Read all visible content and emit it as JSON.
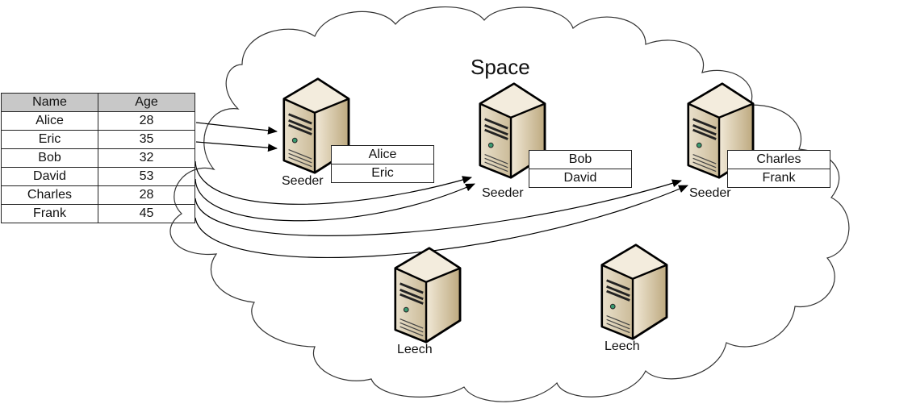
{
  "title": "Space",
  "table": {
    "headers": [
      "Name",
      "Age"
    ],
    "rows": [
      {
        "name": "Alice",
        "age": "28"
      },
      {
        "name": "Eric",
        "age": "35"
      },
      {
        "name": "Bob",
        "age": "32"
      },
      {
        "name": "David",
        "age": "53"
      },
      {
        "name": "Charles",
        "age": "28"
      },
      {
        "name": "Frank",
        "age": "45"
      }
    ]
  },
  "nodes": [
    {
      "role": "Seeder",
      "data": [
        "Alice",
        "Eric"
      ]
    },
    {
      "role": "Seeder",
      "data": [
        "Bob",
        "David"
      ]
    },
    {
      "role": "Seeder",
      "data": [
        "Charles",
        "Frank"
      ]
    },
    {
      "role": "Leech",
      "data": []
    },
    {
      "role": "Leech",
      "data": []
    }
  ],
  "colors": {
    "header_fill": "#c8c8c8",
    "server_body": "#d8cbb0",
    "led": "#3a9a70"
  }
}
